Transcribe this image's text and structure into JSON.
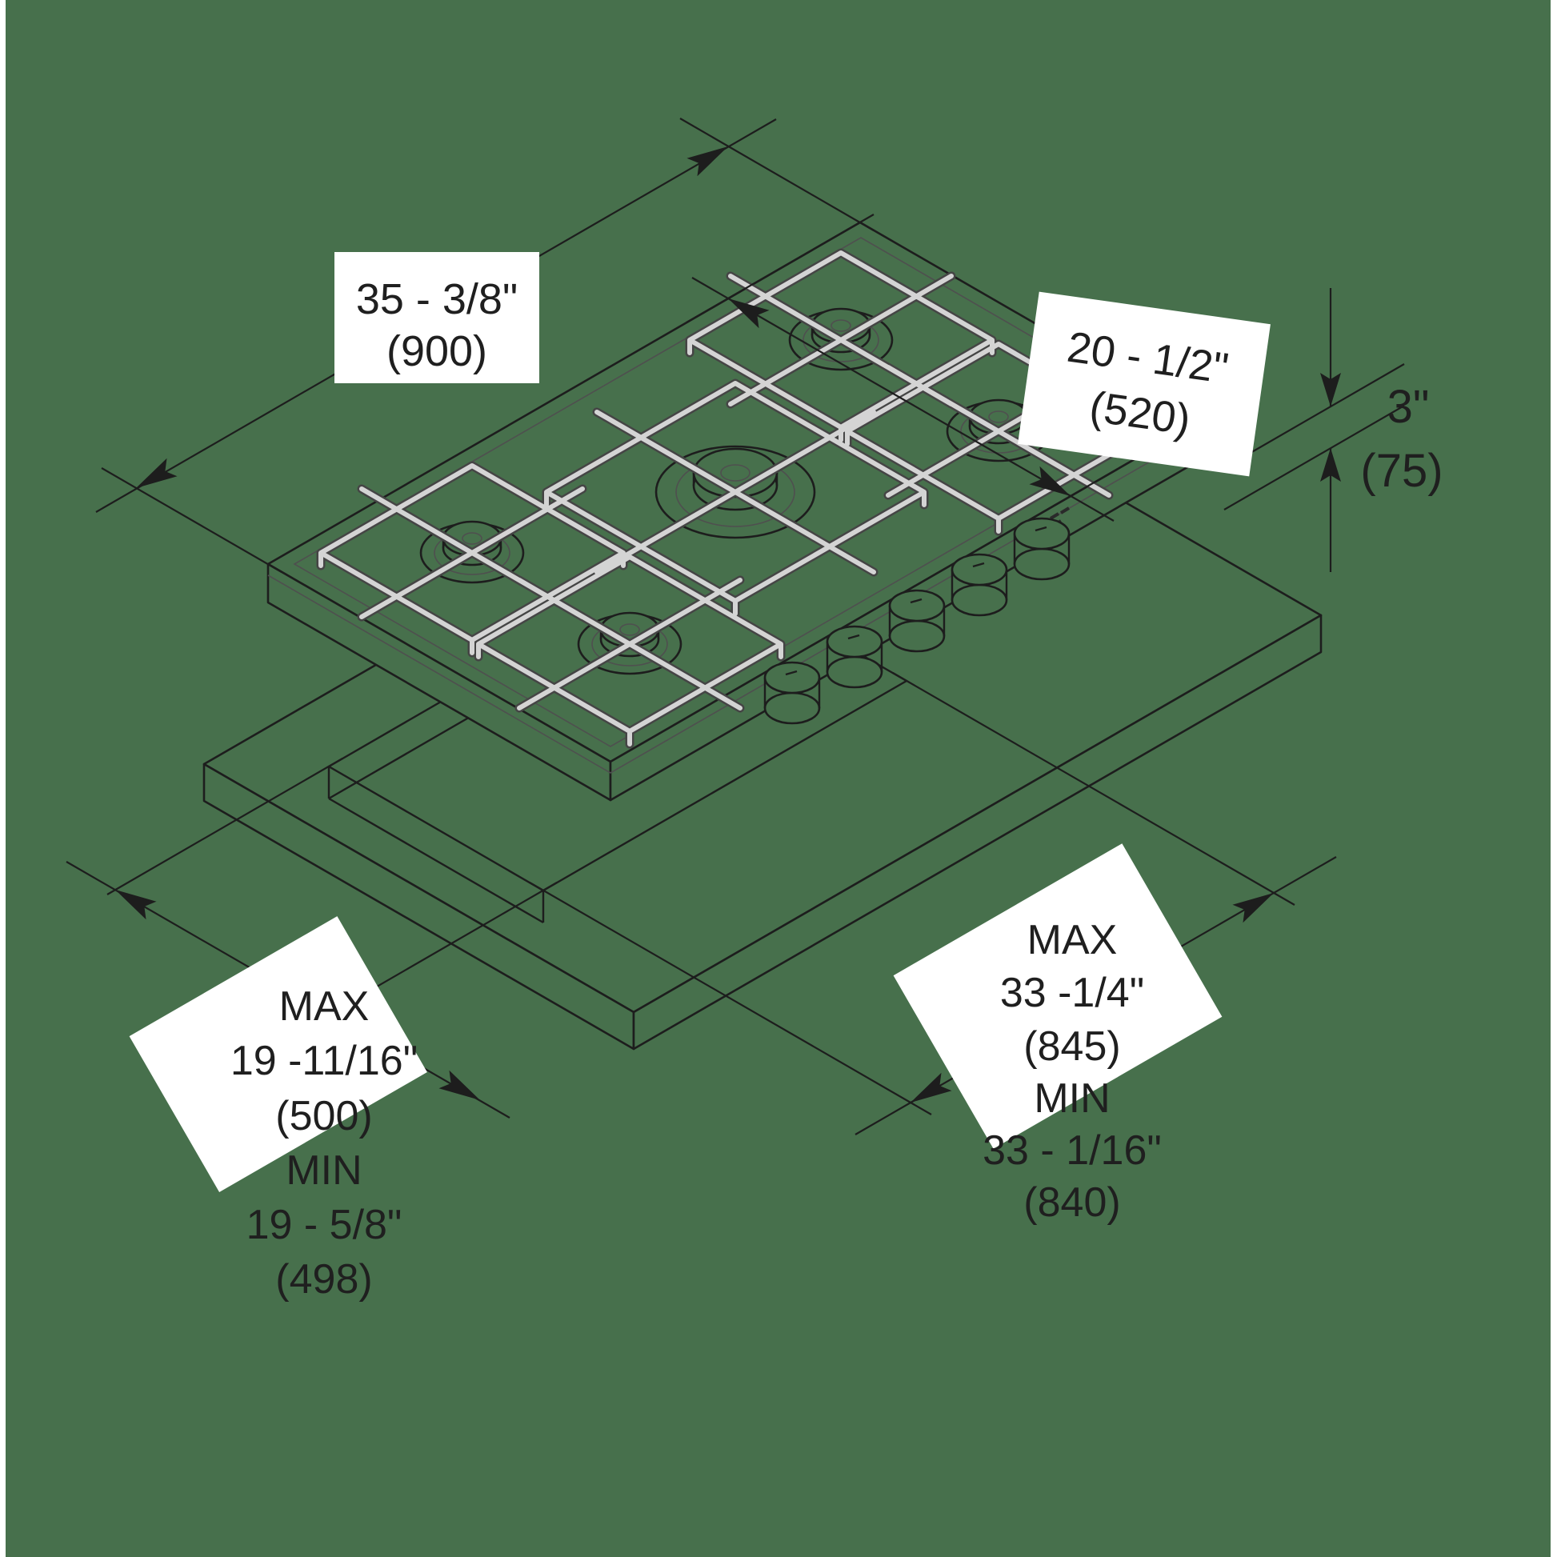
{
  "diagram": {
    "type": "installation-dimensions",
    "subject": "5-burner gas cooktop above countertop cutout (isometric technical drawing)",
    "colors": {
      "background": "#47704C",
      "ink": "#1d1d1d",
      "grate_highlight": "#d4d4d4",
      "label_background": "#ffffff",
      "text": "#1f1f1f"
    },
    "labels": {
      "cooktop_width": {
        "line1": "35 - 3/8\"",
        "line2": "(900)"
      },
      "cooktop_depth": {
        "line1": "20 - 1/2\"",
        "line2": "(520)"
      },
      "cooktop_height": {
        "line1": "3\"",
        "line2": "(75)"
      },
      "cutout_depth": {
        "lines": [
          "MAX",
          "19 -11/16\"",
          "(500)",
          "MIN",
          "19 - 5/8\"",
          "(498)"
        ]
      },
      "cutout_width": {
        "lines": [
          "MAX",
          "33 -1/4\"",
          "(845)",
          "MIN",
          "33 - 1/16\"",
          "(840)"
        ]
      }
    }
  }
}
